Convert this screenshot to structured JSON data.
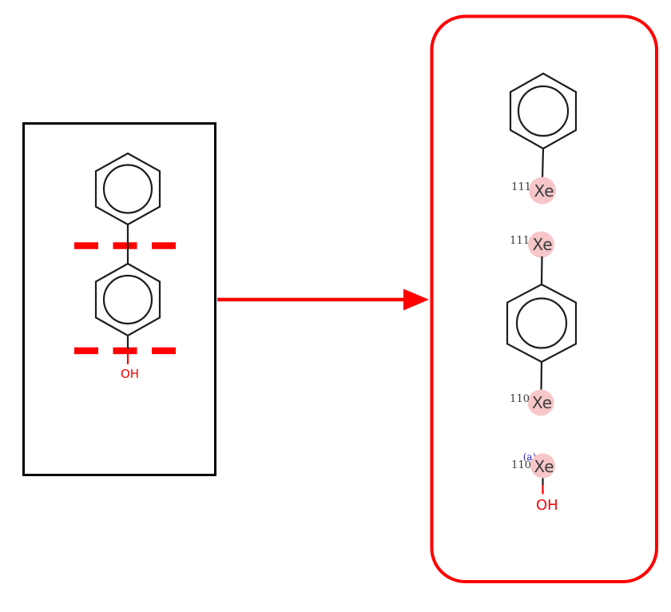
{
  "figure": {
    "kind": "molecule-fragmentation-diagram",
    "arrow_direction": "right"
  },
  "colors": {
    "red": "#fe0000",
    "bond": "#1d1d1d",
    "atom": "#3b3b3b",
    "pink": "#f7c6c9",
    "blue": "#2b2bc4"
  },
  "reactant": {
    "hydroxyl": "OH",
    "cleavage_lines": 2
  },
  "products": {
    "fragment1": {
      "isotope": "111",
      "symbol": "Xe"
    },
    "fragment2": {
      "isotope_top": "111",
      "symbol_top": "Xe",
      "isotope_bottom": "110",
      "symbol_bottom": "Xe"
    },
    "fragment3": {
      "annotation": "(a)",
      "isotope": "110",
      "symbol": "Xe",
      "hydroxyl": "OH"
    }
  }
}
